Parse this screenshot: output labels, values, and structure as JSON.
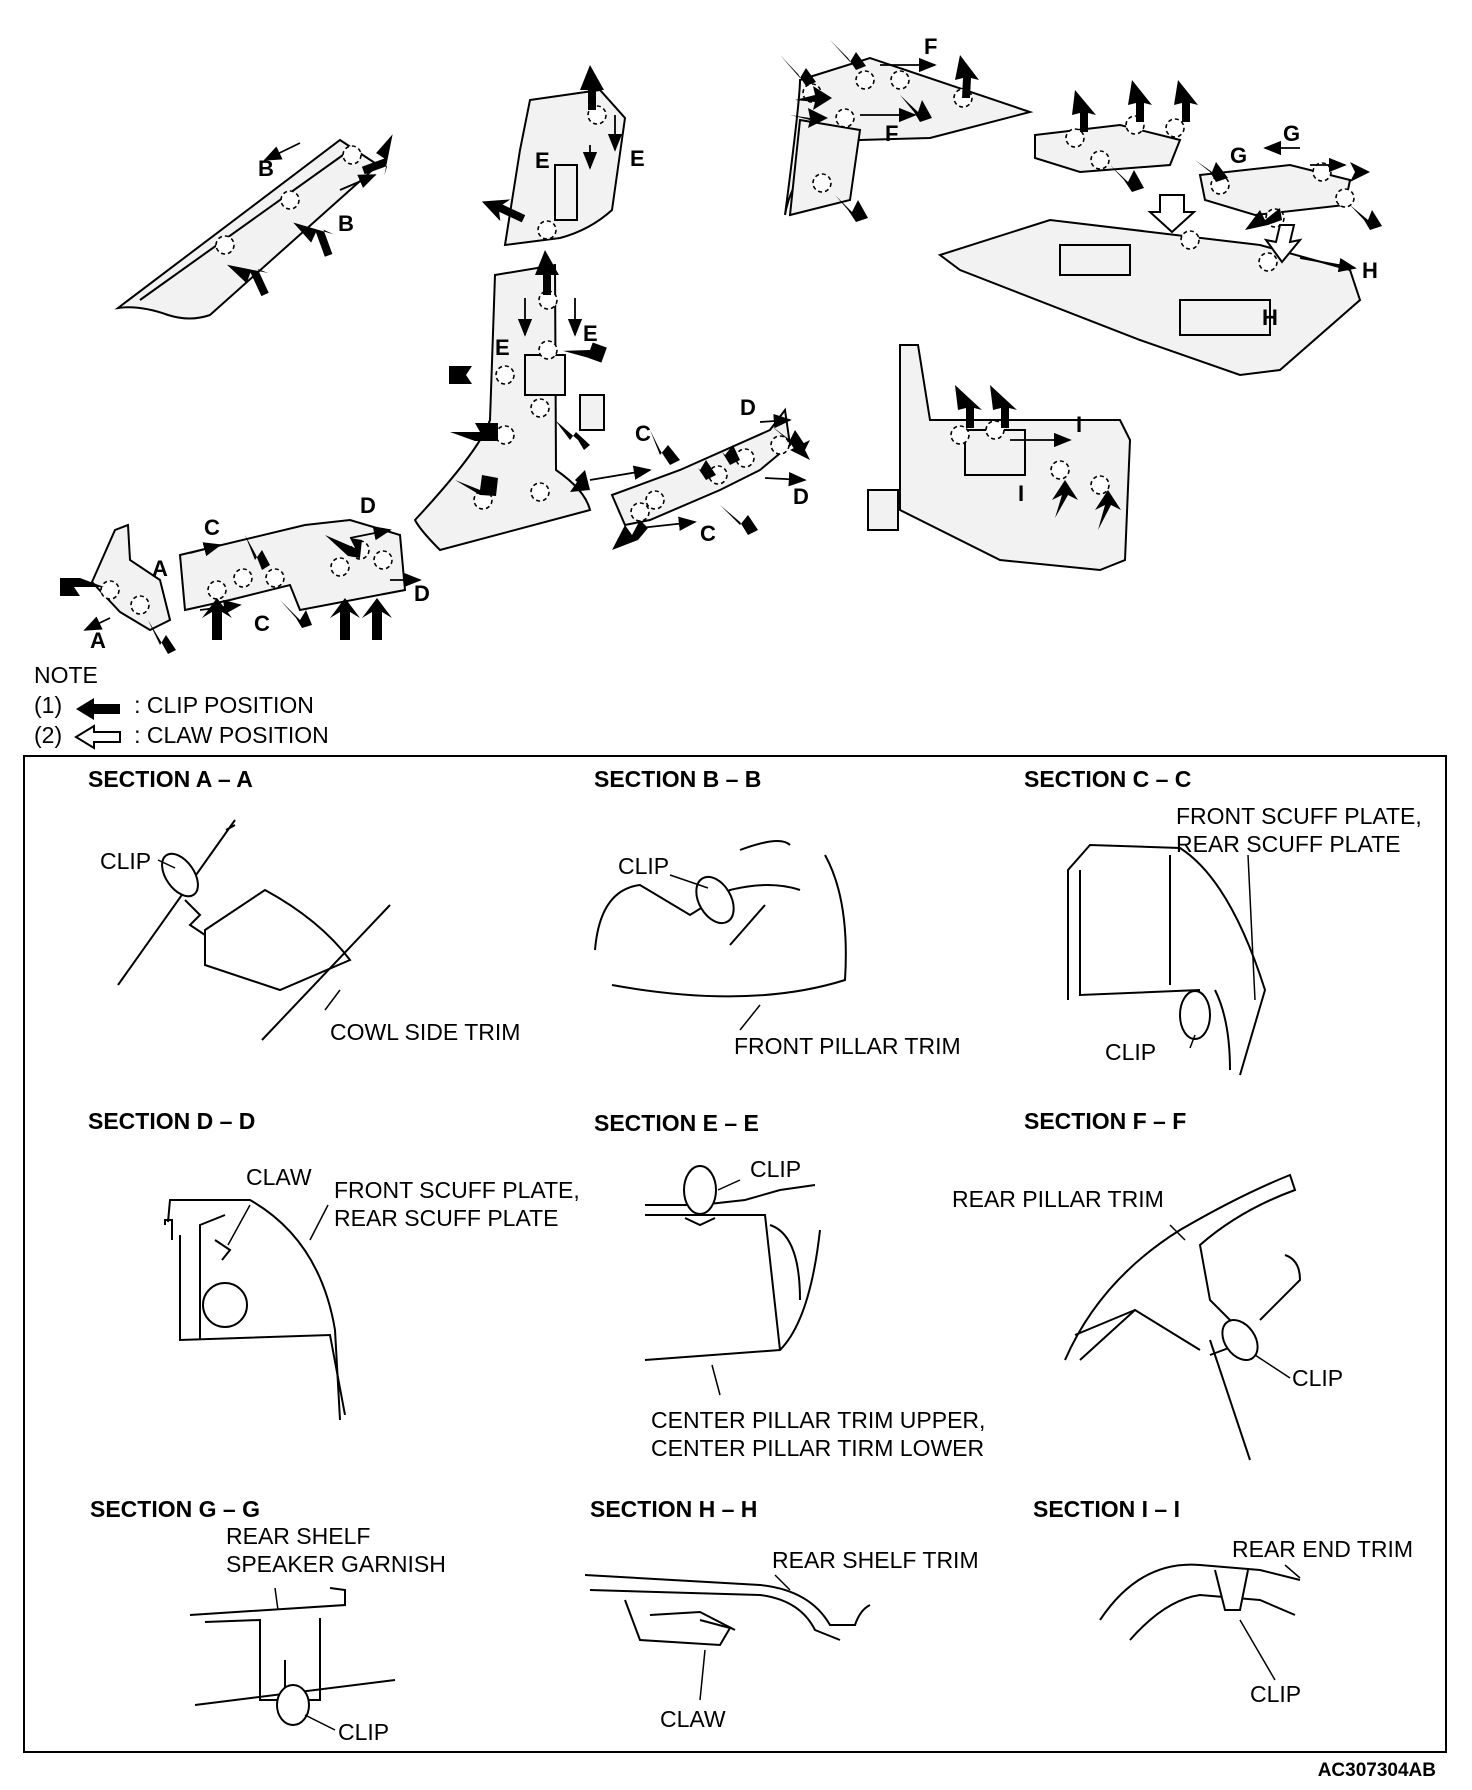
{
  "note": {
    "title": "NOTE",
    "items": [
      {
        "num": "(1)",
        "symbol": "filled-arrow-icon",
        "text": ": CLIP POSITION"
      },
      {
        "num": "(2)",
        "symbol": "hollow-arrow-icon",
        "text": ": CLAW POSITION"
      }
    ]
  },
  "overview_letters": [
    "A",
    "A",
    "B",
    "B",
    "C",
    "C",
    "C",
    "C",
    "D",
    "D",
    "D",
    "D",
    "E",
    "E",
    "E",
    "E",
    "F",
    "F",
    "G",
    "G",
    "H",
    "H",
    "I",
    "I"
  ],
  "sections": [
    {
      "title": "SECTION A – A",
      "callouts": [
        "CLIP",
        "COWL SIDE TRIM"
      ]
    },
    {
      "title": "SECTION B – B",
      "callouts": [
        "CLIP",
        "FRONT PILLAR TRIM"
      ]
    },
    {
      "title": "SECTION C – C",
      "callouts": [
        "FRONT SCUFF PLATE,\nREAR SCUFF PLATE",
        "CLIP"
      ]
    },
    {
      "title": "SECTION D – D",
      "callouts": [
        "CLAW",
        "FRONT SCUFF PLATE,\nREAR SCUFF PLATE"
      ]
    },
    {
      "title": "SECTION E – E",
      "callouts": [
        "CLIP",
        "CENTER PILLAR TRIM UPPER,\nCENTER PILLAR TIRM LOWER"
      ]
    },
    {
      "title": "SECTION F – F",
      "callouts": [
        "REAR PILLAR TRIM",
        "CLIP"
      ]
    },
    {
      "title": "SECTION G – G",
      "callouts": [
        "REAR SHELF\nSPEAKER GARNISH",
        "CLIP"
      ]
    },
    {
      "title": "SECTION H – H",
      "callouts": [
        "REAR SHELF TRIM",
        "CLAW"
      ]
    },
    {
      "title": "SECTION I – I",
      "callouts": [
        "REAR END TRIM",
        "CLIP"
      ]
    }
  ],
  "figure_id": "AC307304AB"
}
